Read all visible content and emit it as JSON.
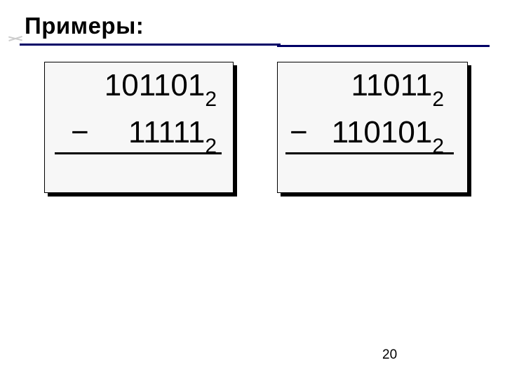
{
  "slide": {
    "title": "Примеры:",
    "page_number": "20",
    "accent_color": "#000066",
    "card_background": "#f7f7f7"
  },
  "examples": [
    {
      "minuend": "101101",
      "minuend_base": "2",
      "operator": "−",
      "subtrahend": "11111",
      "subtrahend_base": "2"
    },
    {
      "minuend": "11011",
      "minuend_base": "2",
      "operator": "−",
      "subtrahend": "110101",
      "subtrahend_base": "2"
    }
  ]
}
